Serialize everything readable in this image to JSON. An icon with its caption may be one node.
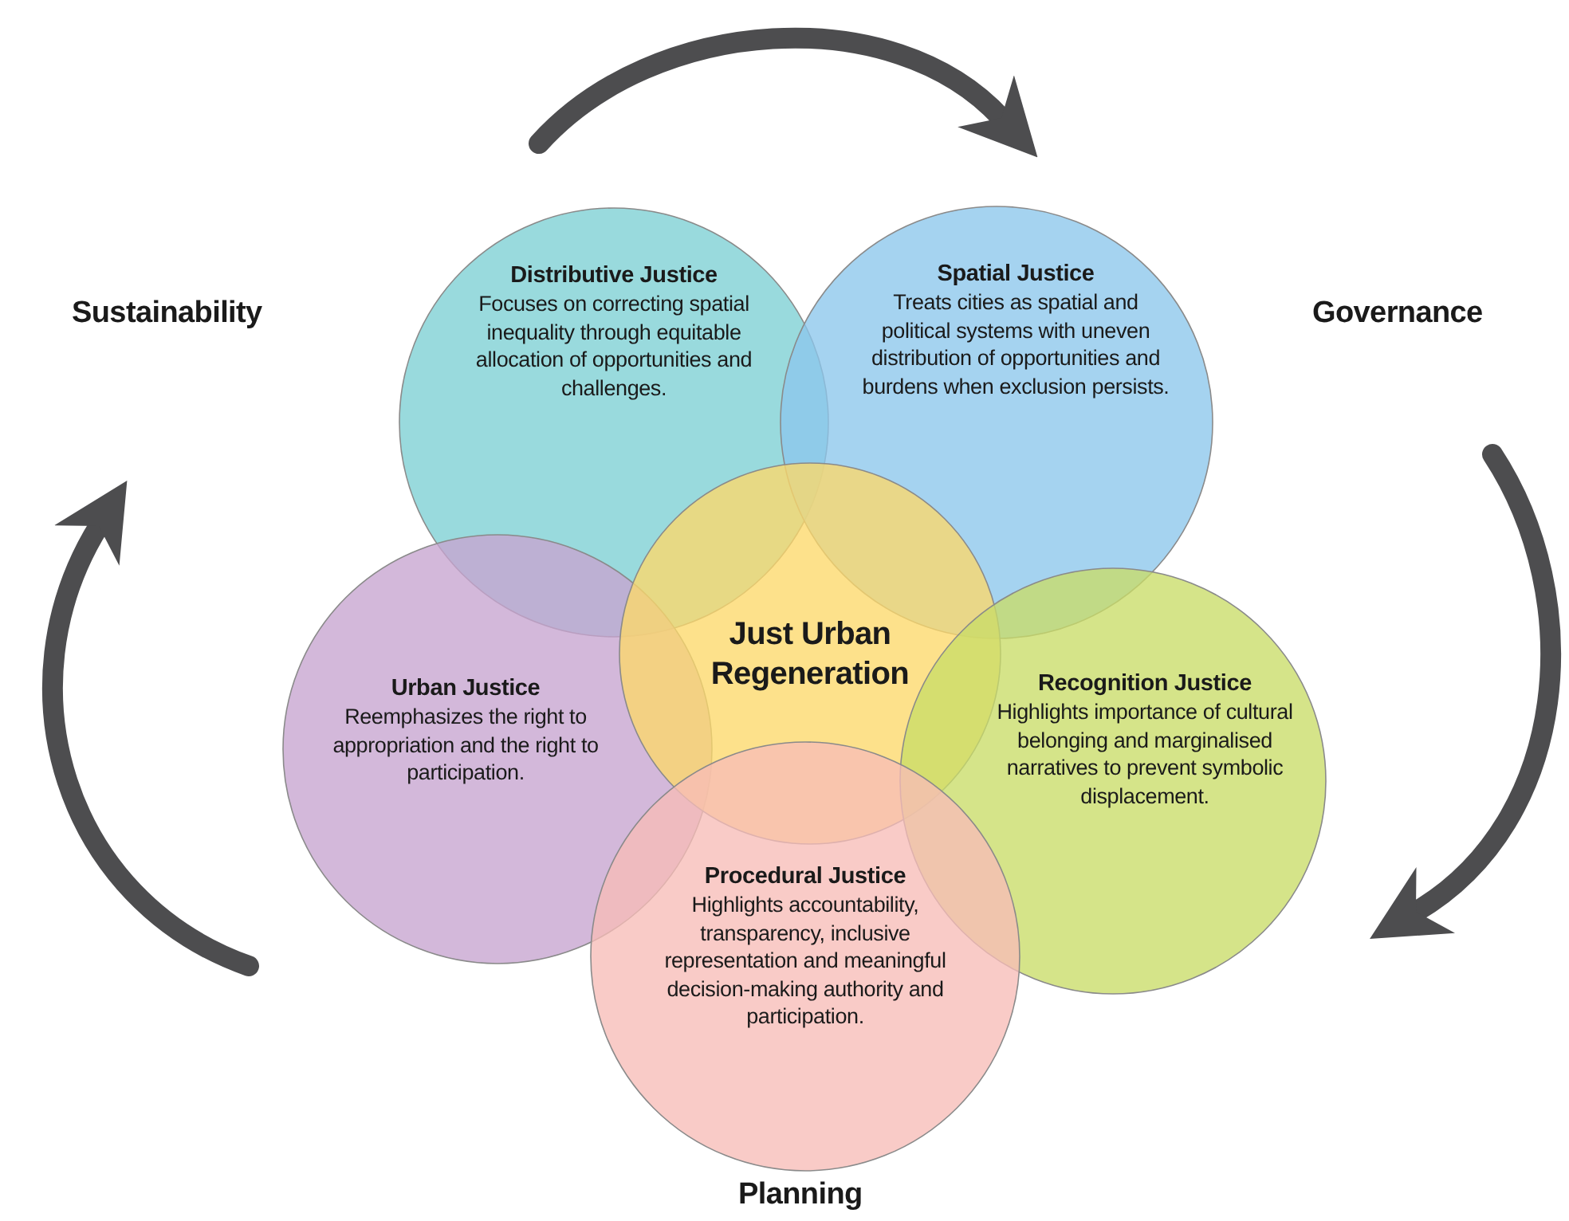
{
  "diagram": {
    "nodes": [
      {
        "text": [
          "Distributive Justice",
          "Focuses on correcting spatial inequality through equitable allocation of opportunities and challenges."
        ]
      },
      {
        "text": [
          "Spatial Justice",
          "Treats cities as spatial and political systems with uneven distribution of opportunities and burdens when exclusion persists."
        ]
      },
      {
        "text": [
          "Urban Justice",
          "Reemphasizes the right to appropriation and the right to participation."
        ]
      },
      {
        "text": [
          "Just Urban Regeneration"
        ]
      },
      {
        "text": [
          "Recognition Justice",
          "Highlights importance of cultural belonging and marginalised narratives to prevent symbolic displacement."
        ]
      },
      {
        "text": [
          "Procedural Justice",
          "Highlights accountability, transparency, inclusive representation and meaningful decision-making authority and participation."
        ]
      }
    ],
    "labels": [
      "Sustainability",
      "Governance",
      "Planning"
    ]
  }
}
